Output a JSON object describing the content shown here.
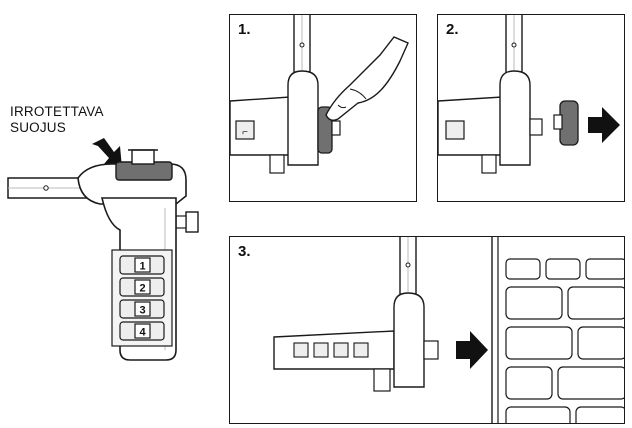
{
  "callout": {
    "line1": "IRROTETTAVA",
    "line2": "SUOJUS"
  },
  "steps": [
    {
      "label": "1."
    },
    {
      "label": "2."
    },
    {
      "label": "3."
    }
  ],
  "lock": {
    "dial_digits": [
      "1",
      "2",
      "3",
      "4"
    ]
  },
  "colors": {
    "line": "#1a1a1a",
    "light_fill": "#eeeeee",
    "cap_fill": "#707070",
    "arrow": "#111111"
  },
  "icons": [
    "pointing-hand-icon",
    "push-arrow-icon",
    "remove-arrow-icon",
    "insert-arrow-icon"
  ]
}
